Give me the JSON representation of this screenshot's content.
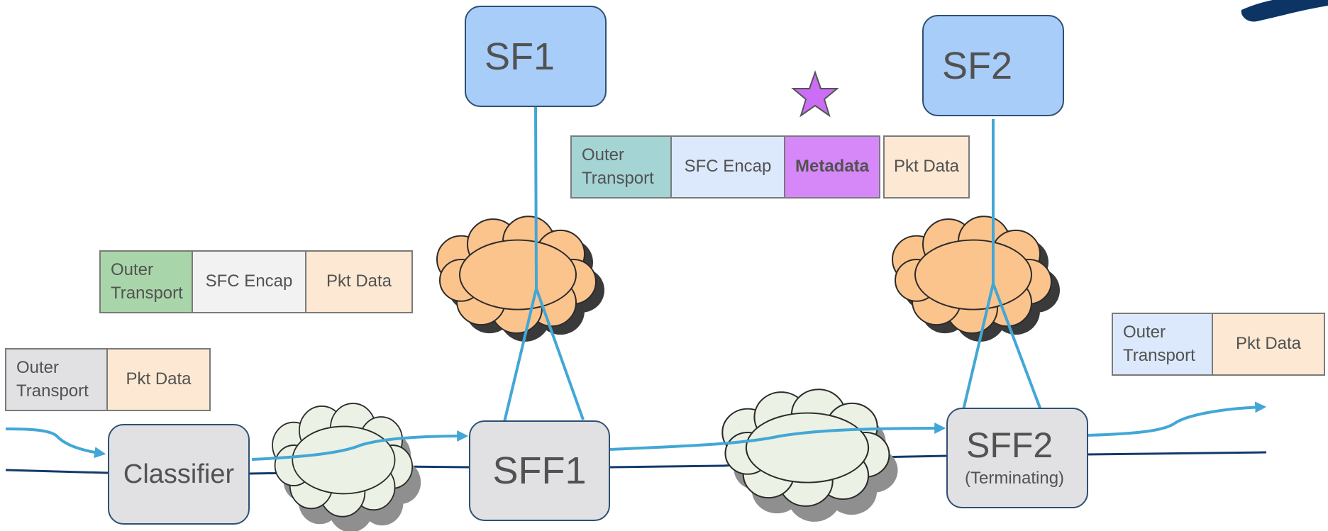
{
  "nodes": {
    "sf1": "SF1",
    "sf2": "SF2",
    "classifier": "Classifier",
    "sff1": "SFF1",
    "sff2": "SFF2",
    "sff2_note": "(Terminating)"
  },
  "packets": {
    "p1": {
      "outer": [
        "Outer",
        "Transport"
      ],
      "data": "Pkt Data",
      "outer_color": "#e1e1e3",
      "data_color": "#fde9d3"
    },
    "p2": {
      "outer": [
        "Outer",
        "Transport"
      ],
      "encap": "SFC Encap",
      "data": "Pkt Data",
      "outer_color": "#a9d5aa",
      "encap_color": "#f2f2f2"
    },
    "p3": {
      "outer": [
        "Outer",
        "Transport"
      ],
      "encap": "SFC Encap",
      "meta": "Metadata",
      "data": "Pkt Data",
      "outer_color": "#a5d4d4",
      "encap_color": "#dce9fc",
      "meta_color": "#d688f8"
    },
    "p4": {
      "outer": [
        "Outer",
        "Transport"
      ],
      "data": "Pkt Data",
      "outer_color": "#dce9fc",
      "data_color": "#fde9d3"
    }
  },
  "colors": {
    "flow_arrow": "#42a7d6",
    "baseline": "#123a6b",
    "sf_fill": "#a8cdf8",
    "sff_fill": "#e1e1e3",
    "orange_cloud": "#fbc48d",
    "green_cloud": "#ebf1e4",
    "star": "#cb6df5"
  }
}
